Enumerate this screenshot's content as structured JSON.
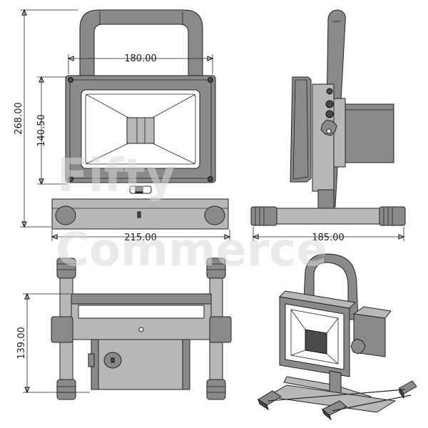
{
  "drawing": {
    "dimensions": {
      "front_width": "180.00",
      "front_height_total": "268.00",
      "front_height_body": "140.50",
      "base_width": "215.00",
      "side_width": "185.00",
      "top_height": "139.00"
    },
    "watermark": {
      "line1": "Fifty",
      "line2": "Commerce"
    }
  }
}
